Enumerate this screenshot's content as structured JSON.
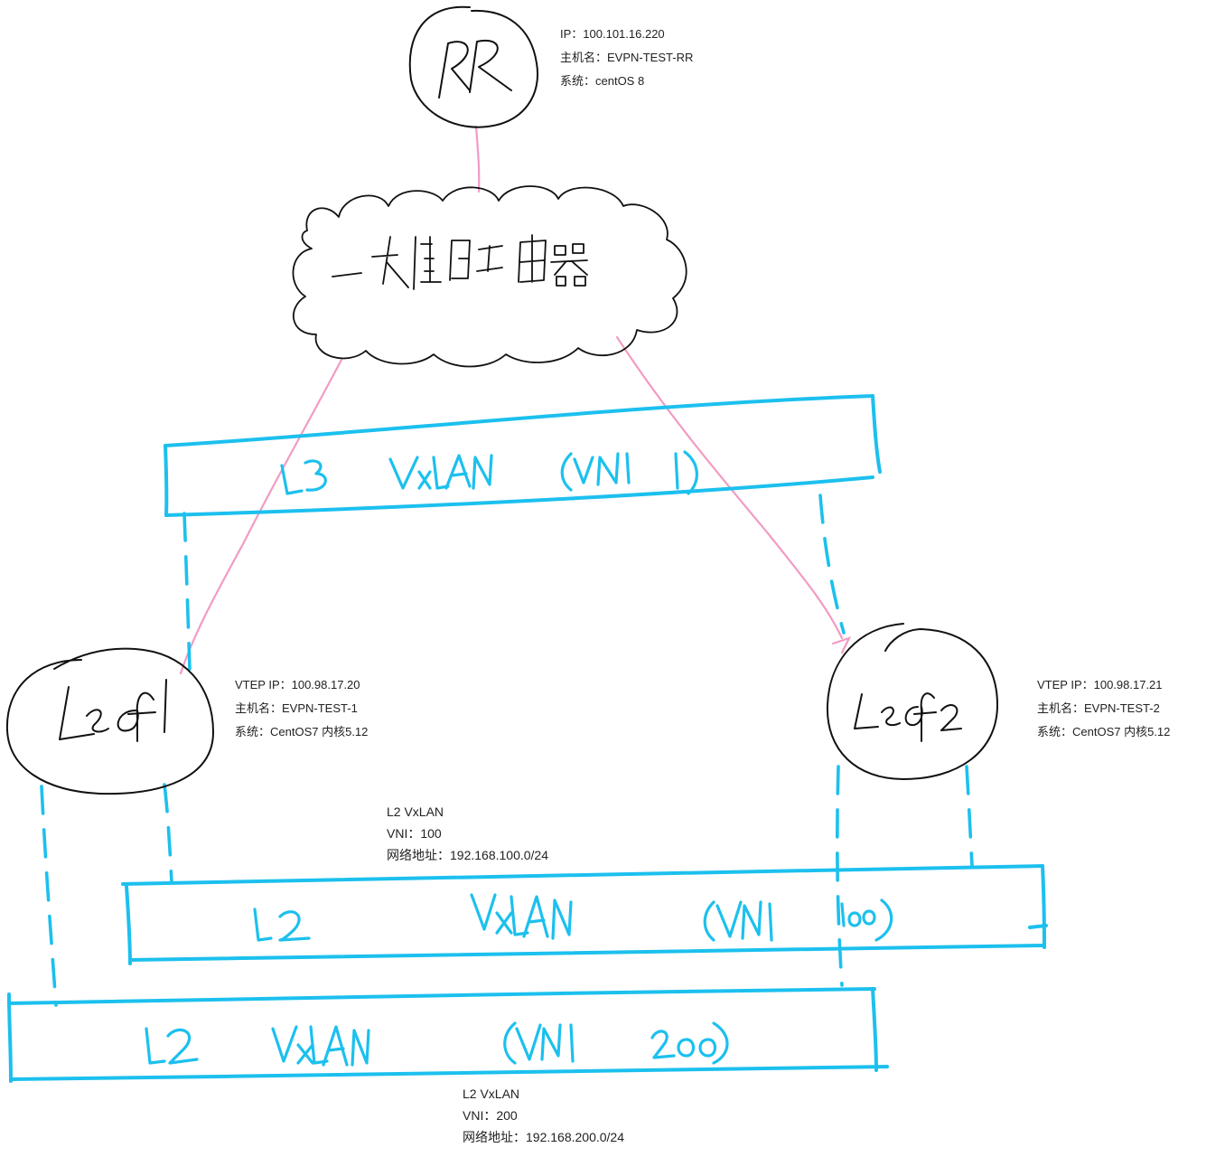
{
  "nodes": {
    "rr": {
      "label": "RR",
      "ip": "IP：100.101.16.220",
      "hostname": "主机名：EVPN-TEST-RR",
      "os": "系统：centOS 8"
    },
    "cloud": {
      "label": "一大堆路由器"
    },
    "leaf1": {
      "label": "Leaf 1",
      "ip": "VTEP IP：100.98.17.20",
      "hostname": "主机名：EVPN-TEST-1",
      "os": "系统：CentOS7 内核5.12"
    },
    "leaf2": {
      "label": "Leaf2",
      "ip": "VTEP IP：100.98.17.21",
      "hostname": "主机名：EVPN-TEST-2",
      "os": "系统：CentOS7 内核5.12"
    }
  },
  "networks": {
    "l3": {
      "label": "L3 VxLAN (VNI 1)"
    },
    "l2a": {
      "label": "L2 VxLAN (VNI 100)",
      "info_type": "L2 VxLAN",
      "info_vni": "VNI：100",
      "info_net": "网络地址：192.168.100.0/24"
    },
    "l2b": {
      "label": "L2 VxLAN (VNI 200)",
      "info_type": "L2 VxLAN",
      "info_vni": "VNI：200",
      "info_net": "网络地址：192.168.200.0/24"
    }
  },
  "colors": {
    "ink": "#111111",
    "network": "#1cc0ee",
    "link": "#f29bc4"
  }
}
